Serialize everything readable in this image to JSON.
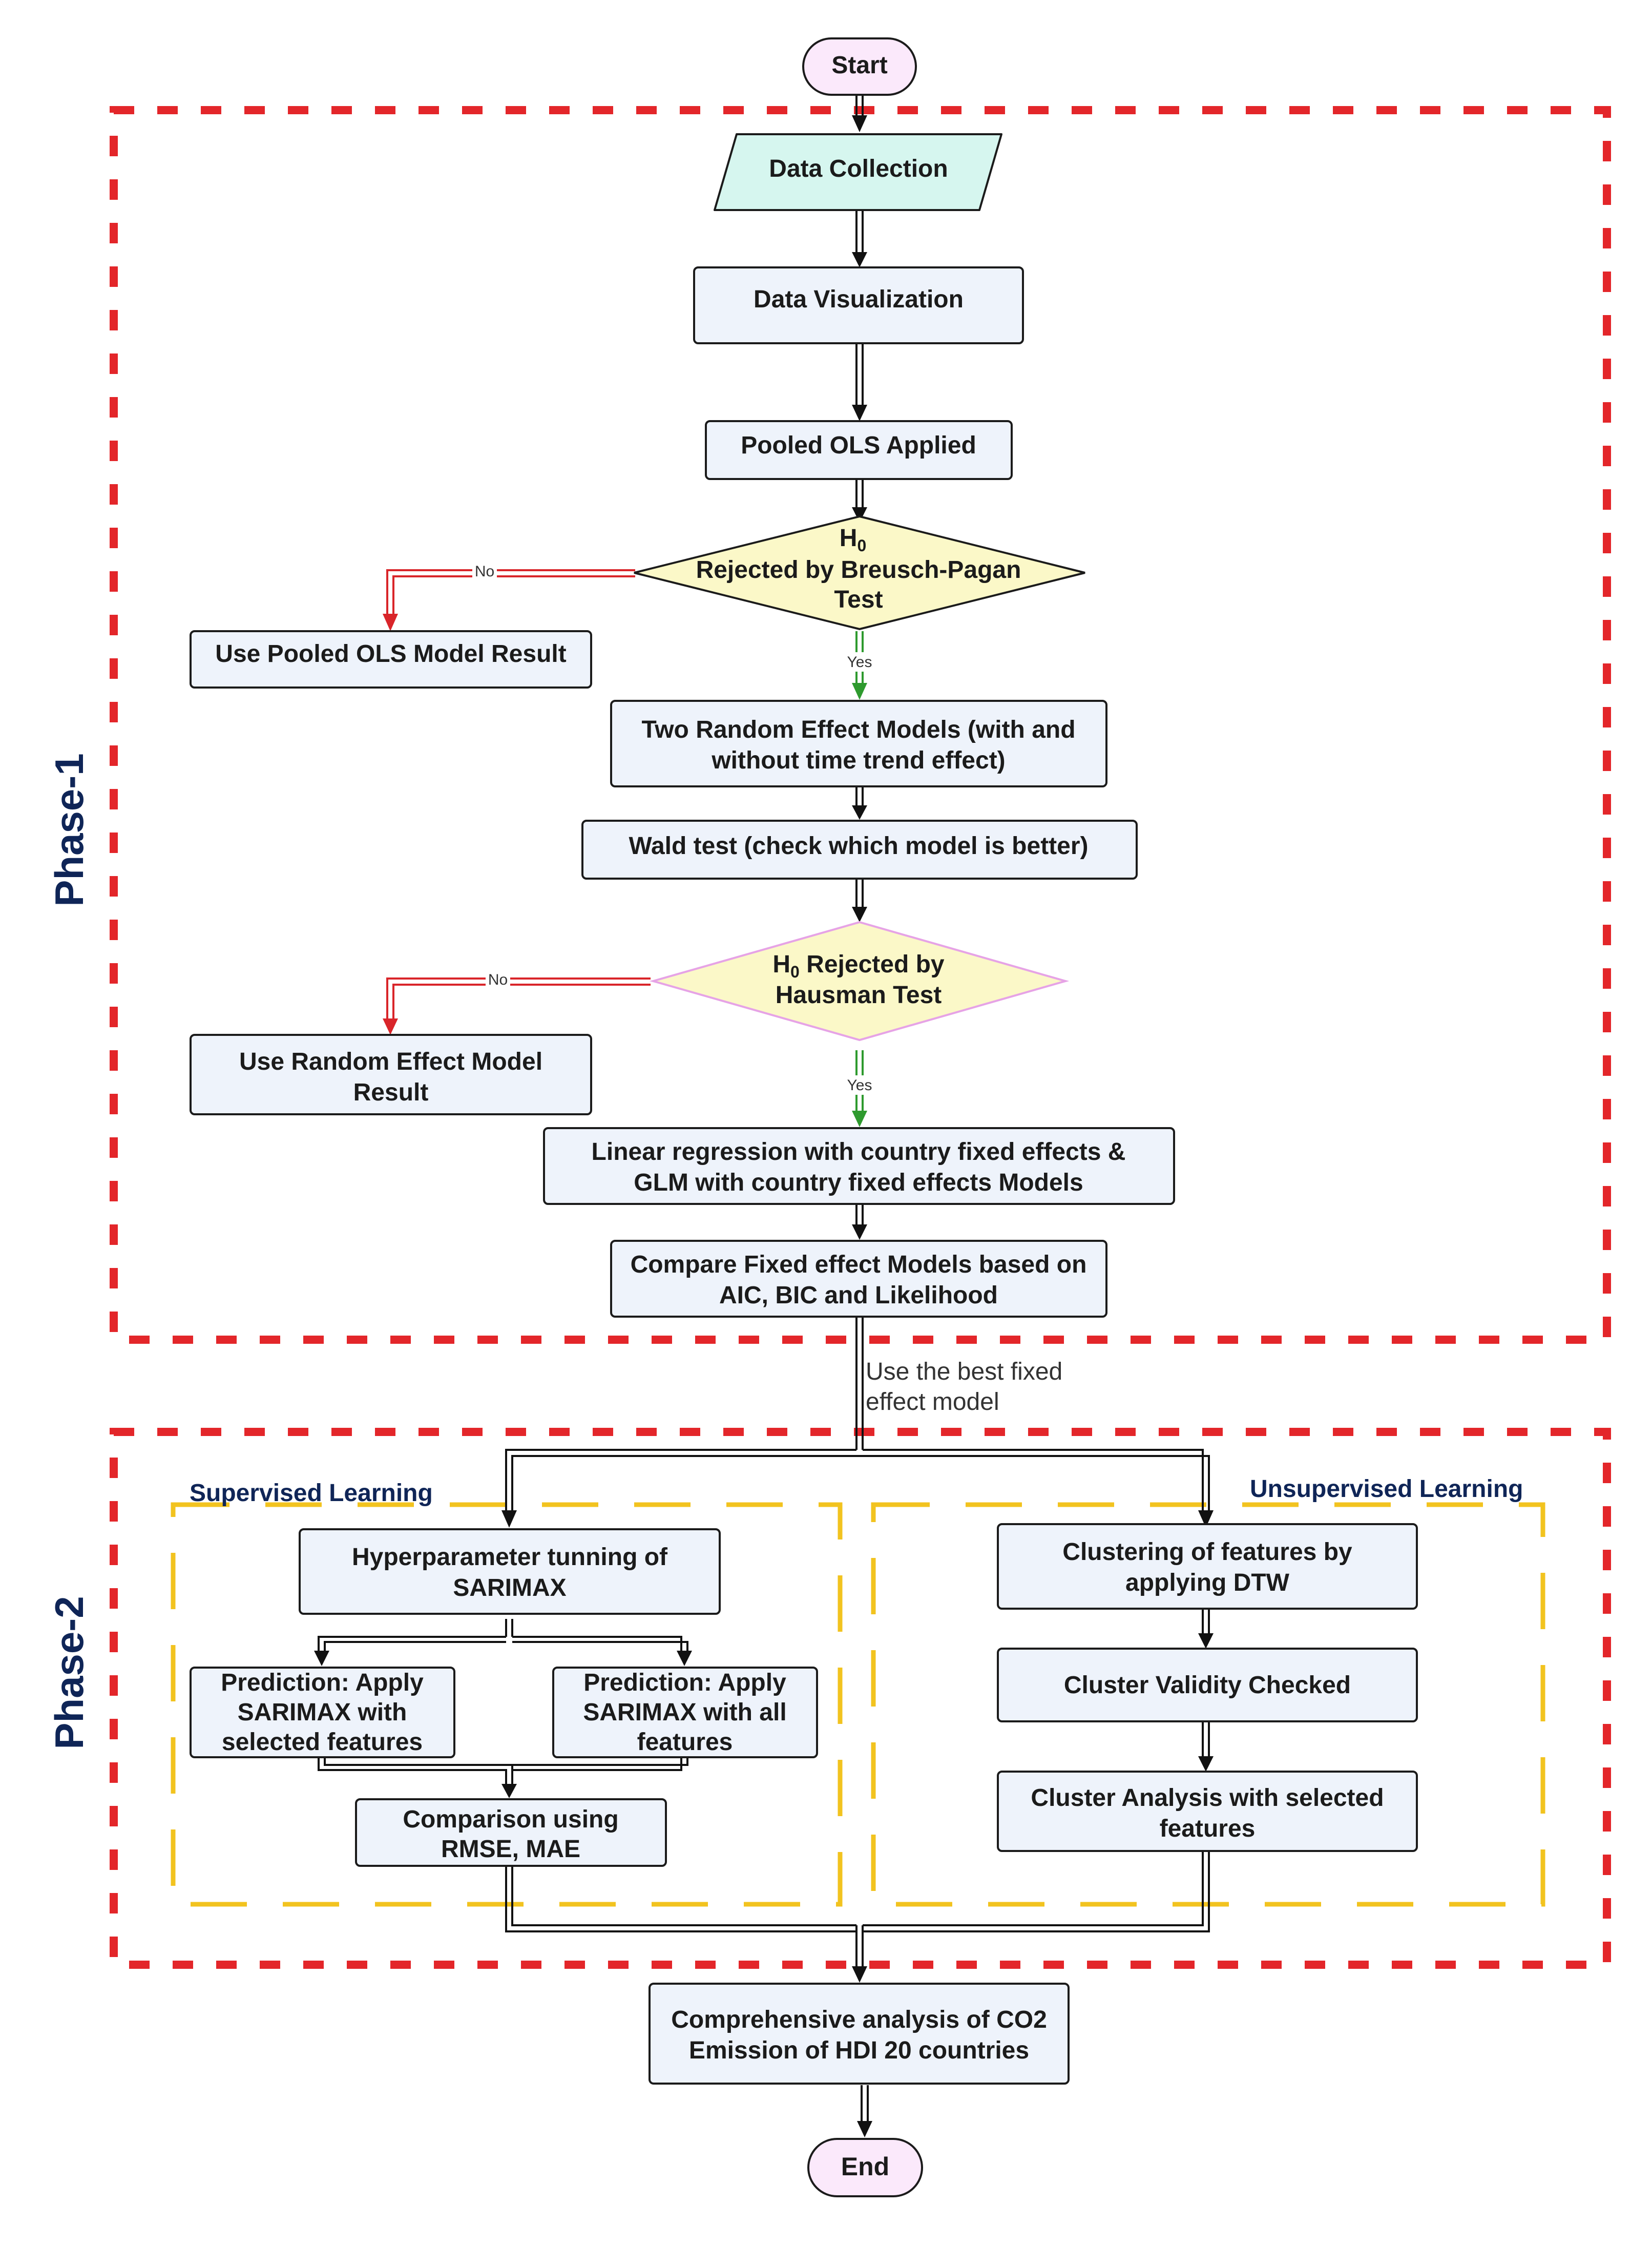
{
  "nodes": {
    "start": "Start",
    "data_collection": "Data Collection",
    "data_visualization": "Data Visualization",
    "pooled_ols": "Pooled OLS Applied",
    "bp_test": {
      "h0": "H",
      "sub": "0",
      "line2": "Rejected by Breusch-Pagan",
      "line3": "Test"
    },
    "use_pooled_ols": "Use Pooled OLS Model Result",
    "two_random": {
      "line1": "Two Random Effect Models (with and",
      "line2": "without time trend effect)"
    },
    "wald_test": "Wald test (check which model is better)",
    "hausman": {
      "h0": "H",
      "sub": "0",
      "line1_rest": " Rejected by",
      "line2": "Hausman Test"
    },
    "use_random": {
      "line1": "Use Random Effect Model",
      "line2": "Result"
    },
    "linear_regression": {
      "line1": "Linear regression with country fixed effects &",
      "line2": "GLM with country fixed effects Models"
    },
    "compare_fixed": {
      "line1": "Compare Fixed effect Models based on",
      "line2": "AIC, BIC and Likelihood"
    },
    "hyperparameter": {
      "line1": "Hyperparameter tunning of",
      "line2": "SARIMAX"
    },
    "prediction_selected": {
      "line1": "Prediction: Apply",
      "line2": "SARIMAX with",
      "line3": "selected features"
    },
    "prediction_all": {
      "line1": "Prediction: Apply",
      "line2": "SARIMAX with all",
      "line3": "features"
    },
    "comparison": {
      "line1": "Comparison using",
      "line2": "RMSE, MAE"
    },
    "clustering": {
      "line1": "Clustering of features by",
      "line2": "applying DTW"
    },
    "cluster_validity": "Cluster Validity Checked",
    "cluster_analysis": {
      "line1": "Cluster Analysis with selected",
      "line2": "features"
    },
    "comprehensive": {
      "line1": "Comprehensive analysis of CO2",
      "line2": "Emission of HDI 20 countries"
    },
    "end": "End"
  },
  "edge_labels": {
    "no": "No",
    "yes": "Yes",
    "best_fixed": {
      "line1": "Use the best fixed",
      "line2": "effect model"
    }
  },
  "phases": {
    "phase1": "Phase-1",
    "phase2": "Phase-2"
  },
  "groups": {
    "supervised": "Supervised Learning",
    "unsupervised": "Unsupervised Learning"
  },
  "colors": {
    "phase_border": "#e3262a",
    "group_border": "#f2c31f",
    "process_fill": "#eef3fb",
    "data_fill": "#d6f6ef",
    "terminal_fill": "#fbe9fb",
    "decision_fill": "#fbf8c8",
    "no_arrow": "#d9252a",
    "yes_arrow": "#2e9a2e",
    "phase_text": "#0f2557"
  }
}
